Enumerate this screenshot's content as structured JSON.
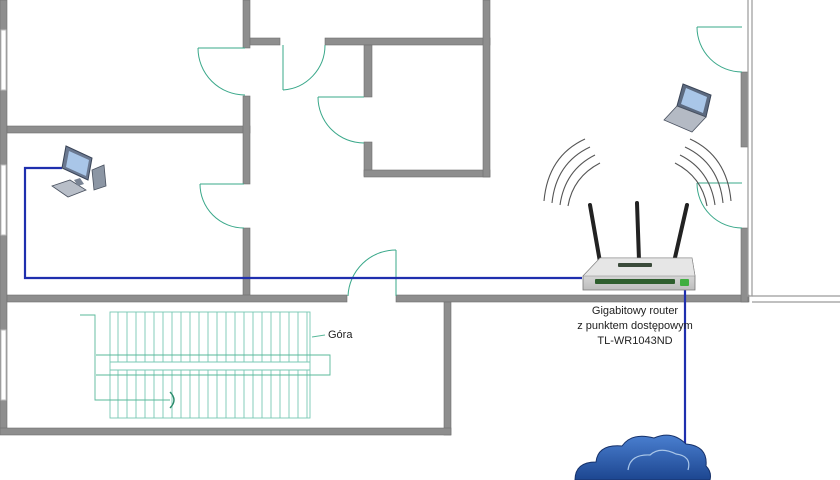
{
  "router": {
    "caption": [
      "Gigabitowy router",
      "z punktem dostępowym",
      "TL-WR1043ND"
    ]
  },
  "stairs": {
    "label": "Góra"
  },
  "colors": {
    "wall": "#8a8a8a",
    "cable": "#1f2fae",
    "door_arc": "#3aa88a",
    "stairs": "#78c8b4",
    "cloud": "#2f5fae"
  },
  "icons": [
    "desktop-computer-icon",
    "laptop-icon",
    "wireless-router-icon",
    "wifi-waves-icon",
    "internet-cloud-icon"
  ]
}
